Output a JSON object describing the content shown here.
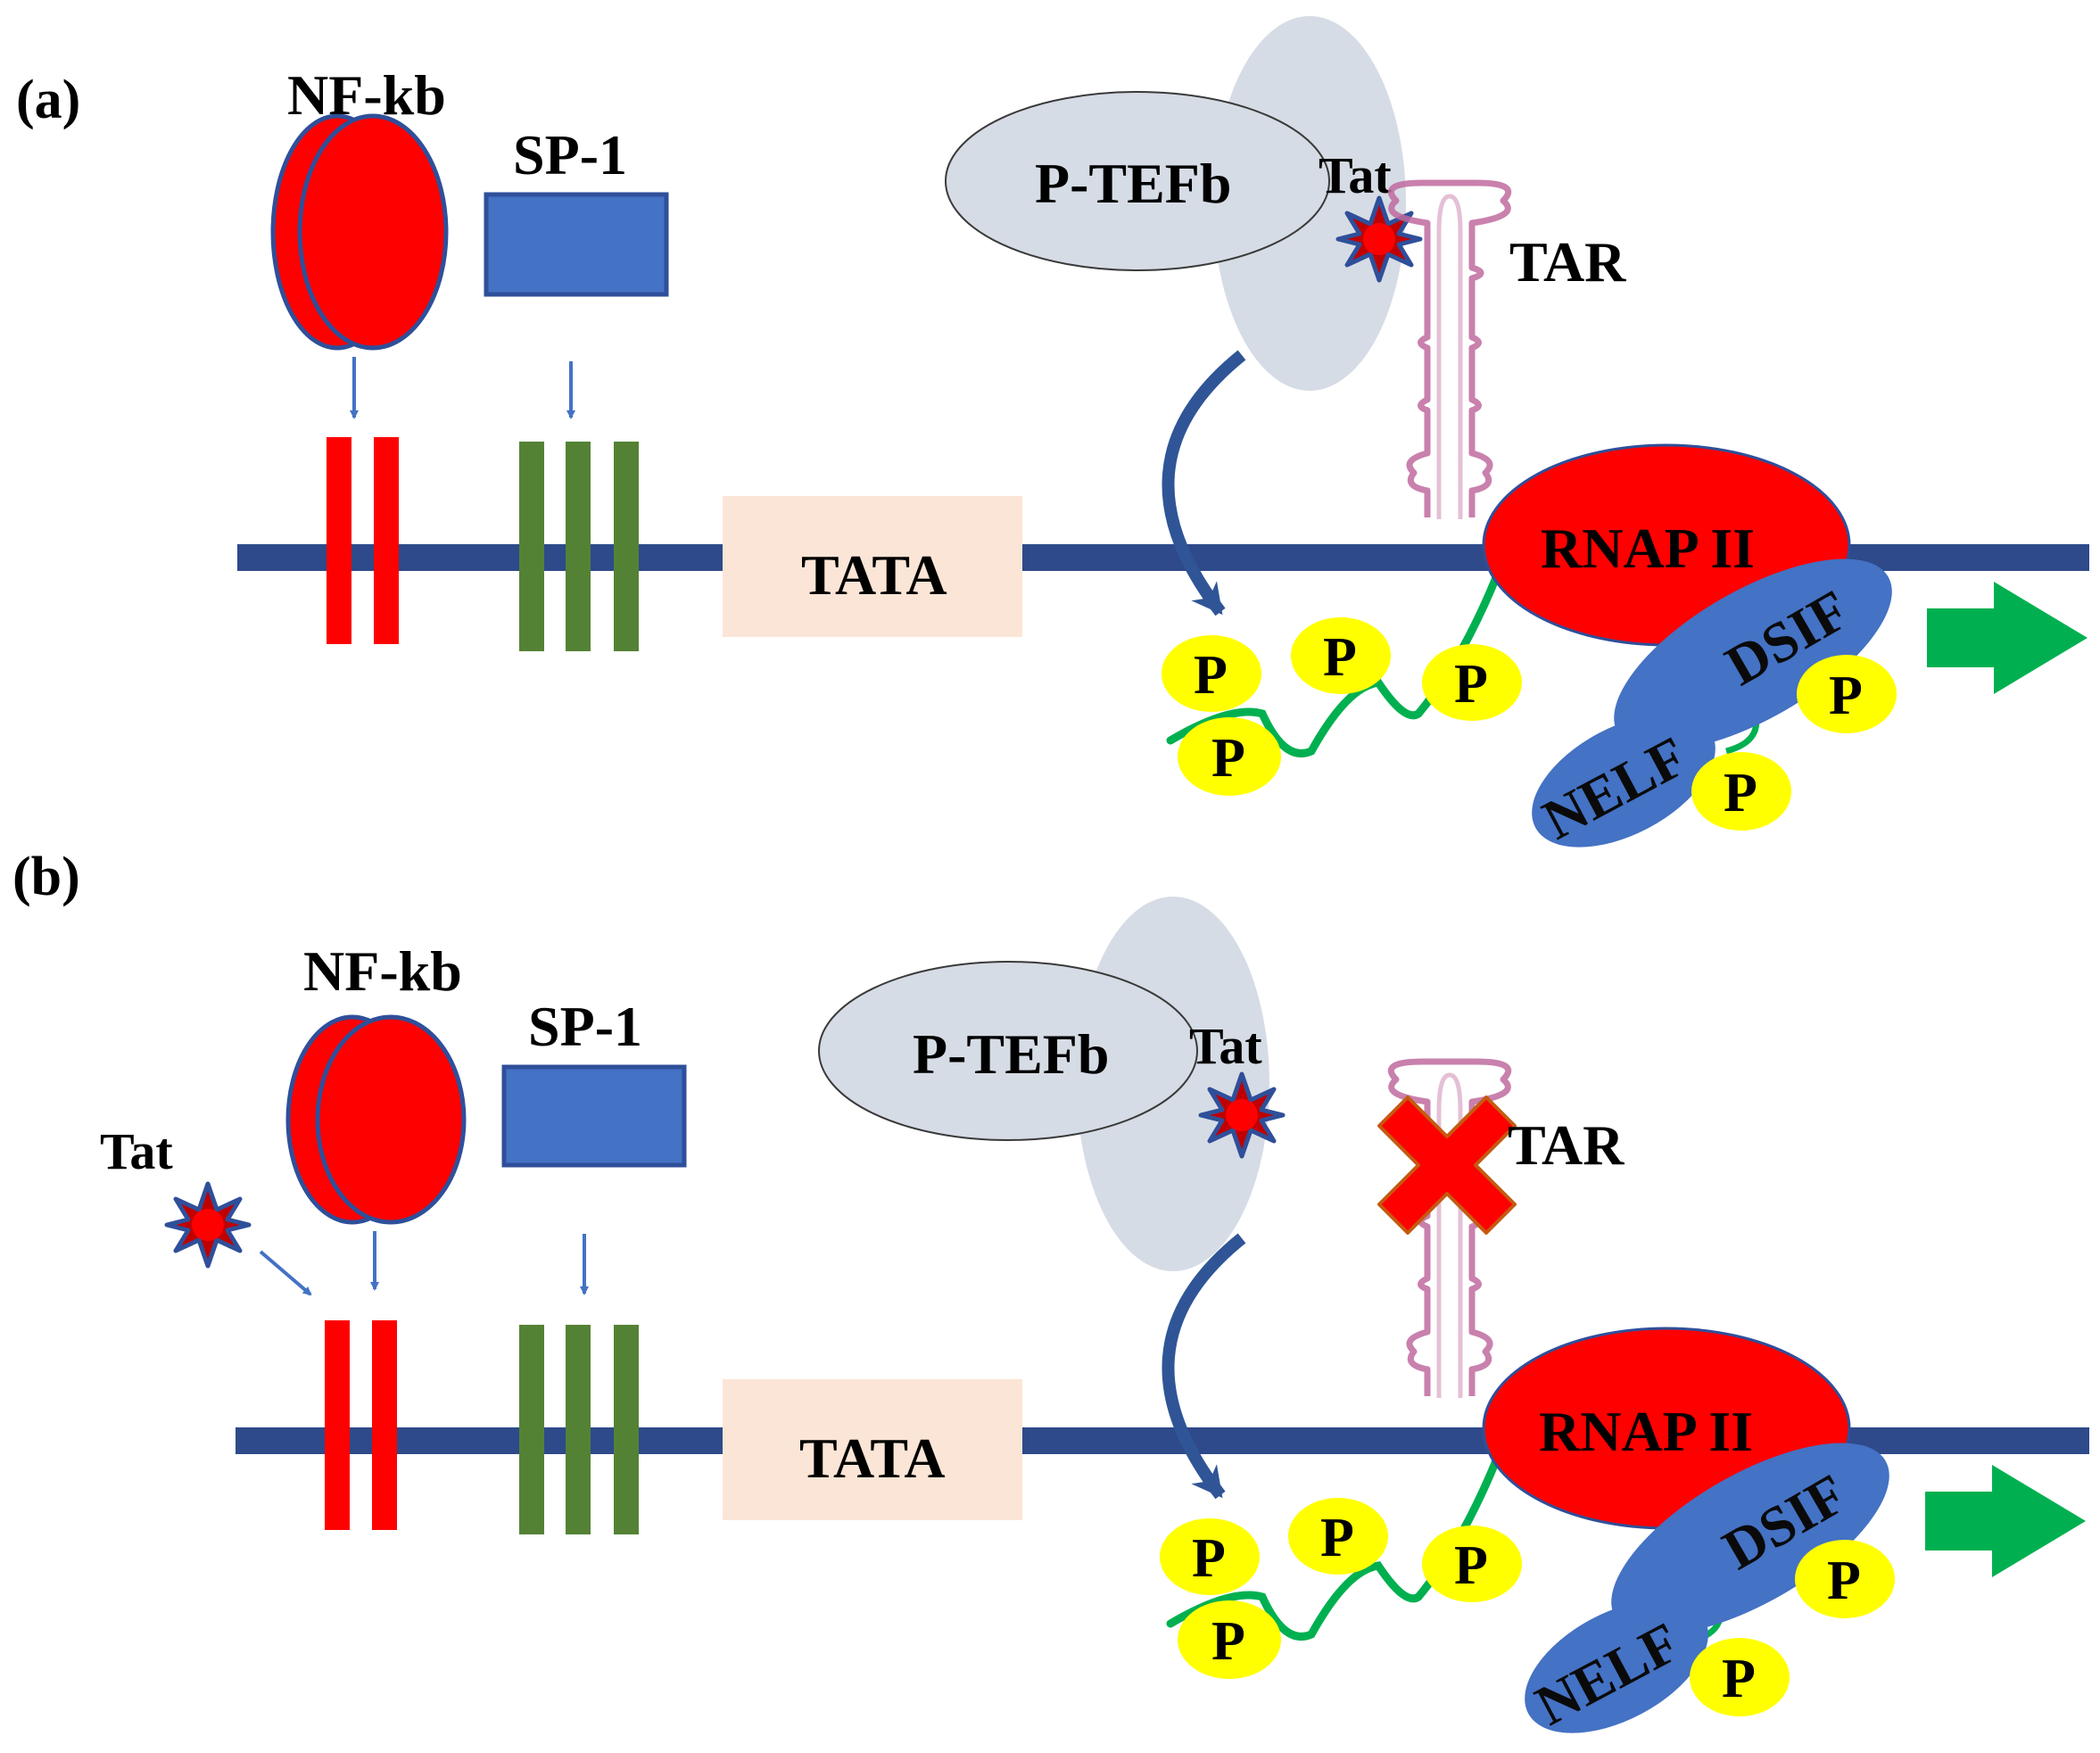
{
  "colors": {
    "dna": "#2e4a8a",
    "nfkb": "#ff0000",
    "nfkb_outline": "#2f4f9a",
    "sp1": "#4472c4",
    "sp1_sites": "#548235",
    "tata_box": "#fbe5d6",
    "ptefb": "#d6dce5",
    "tar_stroke": "#c06b9f",
    "phosphate": "#ffff00",
    "ctd_tail": "#00b050",
    "nelf_dsif": "#4472c4",
    "arrow_green": "#00b050",
    "arrow_blue": "#2f5597",
    "block_x": "#ff0000"
  },
  "icons": {
    "tat": "star-icon",
    "transcription": "right-arrow-icon",
    "blocked": "x-mark-icon",
    "binding": "down-arrow-icon",
    "phosphorylation": "curved-arrow-icon"
  },
  "panels": [
    {
      "label": "(a)",
      "nfkb": "NF-kb",
      "sp1": "SP-1",
      "tata": "TATA",
      "ptefb": "P-TEFb",
      "tat": "Tat",
      "tar": "TAR",
      "rnap": "RNAP II",
      "dsif": "DSIF",
      "nelf": "NELF",
      "p": [
        "P",
        "P",
        "P",
        "P",
        "P",
        "P"
      ]
    },
    {
      "label": "(b)",
      "nfkb": "NF-kb",
      "sp1": "SP-1",
      "tata": "TATA",
      "ptefb": "P-TEFb",
      "tat": "Tat",
      "tat_free": "Tat",
      "tar": "TAR",
      "rnap": "RNAP II",
      "dsif": "DSIF",
      "nelf": "NELF",
      "p": [
        "P",
        "P",
        "P",
        "P",
        "P",
        "P"
      ]
    }
  ]
}
